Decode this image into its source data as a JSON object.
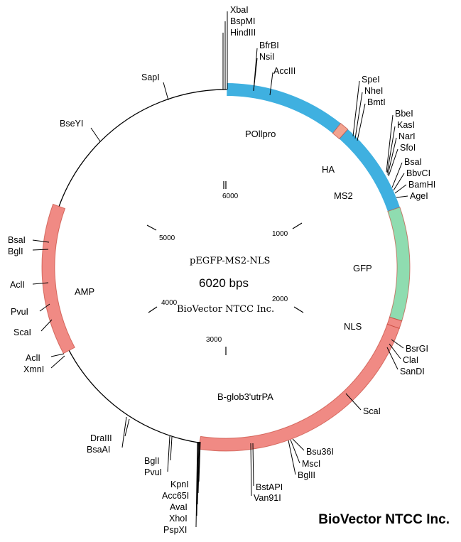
{
  "plasmid": {
    "name": "pEGFP-MS2-NLS",
    "size_label": "6020 bps",
    "watermark": "BioVector NTCC Inc.",
    "brand": "BioVector NTCC Inc."
  },
  "ticks": [
    "6000",
    "1000",
    "2000",
    "3000",
    "4000",
    "5000"
  ],
  "features": [
    {
      "name": "POllpro",
      "color": "#3fb0e0"
    },
    {
      "name": "HA",
      "color": "#f2a28e"
    },
    {
      "name": "MS2",
      "color": "#3fb0e0"
    },
    {
      "name": "GFP",
      "color": "#8fdcb0"
    },
    {
      "name": "NLS",
      "color": "#f08a84"
    },
    {
      "name": "B-glob3'utrPA",
      "color": "#f08a84"
    },
    {
      "name": "AMP",
      "color": "#f08a84"
    }
  ],
  "sites": [
    "XbaI",
    "BspMI",
    "HindIII",
    "BfrBI",
    "NsiI",
    "AccIII",
    "SpeI",
    "NheI",
    "BmtI",
    "BbeI",
    "KasI",
    "NarI",
    "SfoI",
    "BsaI",
    "BbvCI",
    "BamHI",
    "AgeI",
    "BsrGI",
    "ClaI",
    "SanDI",
    "ScaI",
    "Bsu36I",
    "MscI",
    "BglII",
    "BstAPI",
    "Van91I",
    "KpnI",
    "Acc65I",
    "AvaI",
    "XhoI",
    "PspXI",
    "BglI",
    "PvuI",
    "DraIII",
    "BsaAI",
    "AclI",
    "XmnI",
    "ScaI",
    "PvuI",
    "AclI",
    "BglI",
    "BsaI",
    "BseYI",
    "SapI"
  ]
}
